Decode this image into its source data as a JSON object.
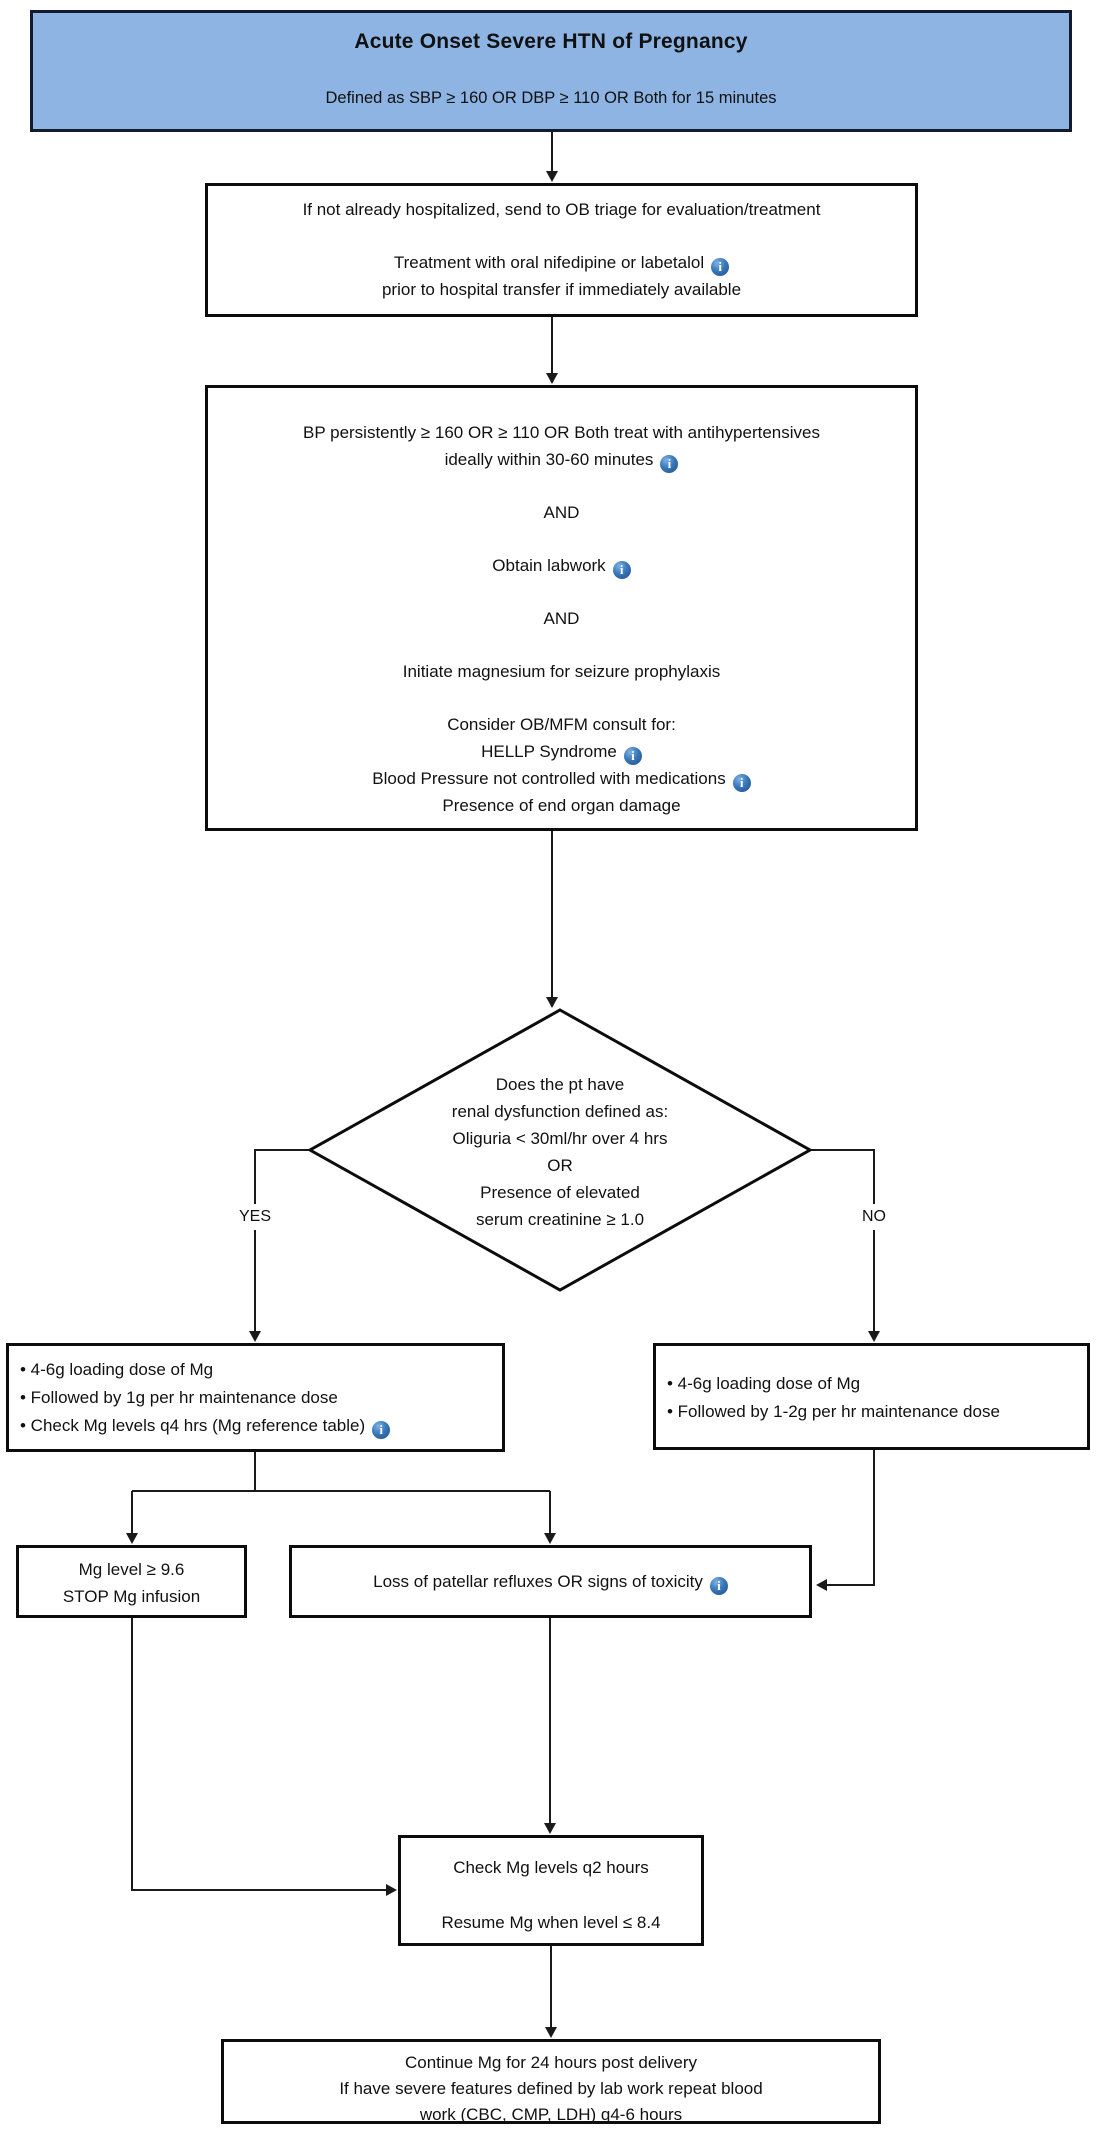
{
  "colors": {
    "title_fill": "#8db4e2",
    "title_border": "#141b2e",
    "box_border": "#0c0c0c",
    "line": "#1a1a1a",
    "text": "#111111",
    "info_dark": "#1d4e8f",
    "info_mid": "#3878b8",
    "info_light": "#7fb2e5"
  },
  "icons": {
    "info_glyph": "i"
  },
  "title": {
    "heading": "Acute Onset Severe HTN of Pregnancy",
    "subheading": "Defined as SBP ≥ 160 OR DBP ≥ 110 OR Both for 15 minutes"
  },
  "triage_box": {
    "line1": "If not already hospitalized, send to OB triage for evaluation/treatment",
    "line2": "Treatment with oral nifedipine or labetalol",
    "line3": "prior to hospital transfer if immediately available"
  },
  "treat_box": {
    "line1": "BP persistently ≥ 160 OR ≥ 110 OR Both treat with antihypertensives",
    "line2": "ideally within 30-60 minutes",
    "and1": "AND",
    "labwork": "Obtain labwork",
    "and2": "AND",
    "magnesium": "Initiate magnesium for seizure prophylaxis",
    "consult": "Consider OB/MFM consult for:",
    "hellp": "HELLP Syndrome",
    "bp_not_controlled": "Blood Pressure not controlled with medications",
    "end_organ": "Presence of end organ damage"
  },
  "decision": {
    "line1": "Does the pt have",
    "line2": "renal dysfunction defined as:",
    "line3": "Oliguria < 30ml/hr over 4 hrs",
    "line4": "OR",
    "line5": "Presence of elevated",
    "line6": "serum creatinine ≥ 1.0",
    "yes_label": "YES",
    "no_label": "NO"
  },
  "yes_box": {
    "bullet1": "• 4-6g loading dose of Mg",
    "bullet2": "• Followed by 1g per hr maintenance dose",
    "bullet3": "• Check Mg levels q4 hrs (Mg reference table)"
  },
  "no_box": {
    "bullet1": "• 4-6g loading dose of Mg",
    "bullet2": "• Followed by 1-2g per hr maintenance dose"
  },
  "stop_box": {
    "line1": "Mg level ≥ 9.6",
    "line2": "STOP Mg infusion"
  },
  "toxicity_box": {
    "line1": "Loss of patellar refluxes OR signs of toxicity"
  },
  "recheck_box": {
    "line1": "Check Mg levels q2 hours",
    "line2": "Resume Mg when level ≤ 8.4"
  },
  "final_box": {
    "line1": "Continue Mg for 24 hours post delivery",
    "line2": "If have severe features defined by lab work repeat blood",
    "line3": "work (CBC, CMP, LDH) q4-6 hours"
  }
}
